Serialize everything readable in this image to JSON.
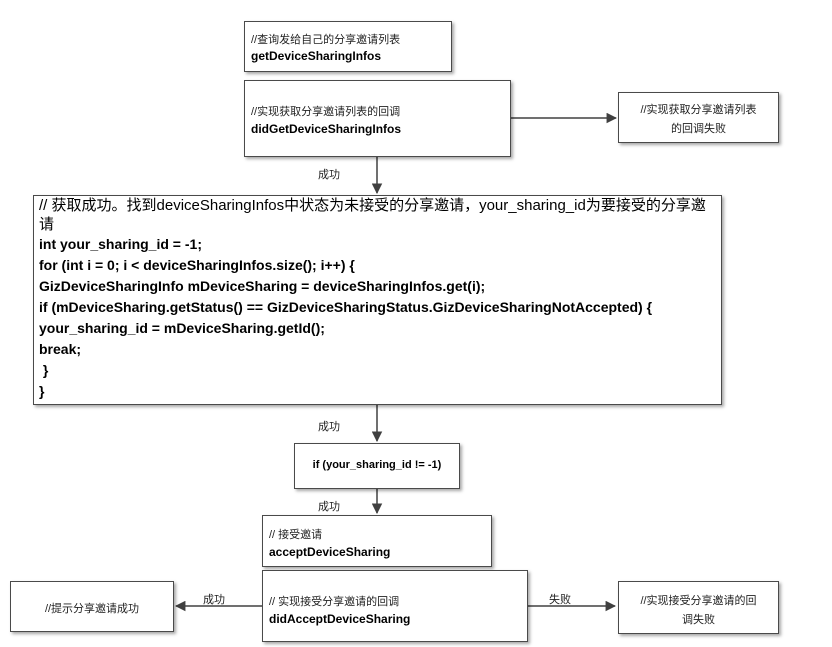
{
  "nodes": {
    "get_infos": {
      "comment": "//查询发给自己的分享邀请列表",
      "function": "getDeviceSharingInfos"
    },
    "did_get_infos": {
      "comment": "//实现获取分享邀请列表的回调",
      "function": "didGetDeviceSharingInfos"
    },
    "get_fail": {
      "line1": "//实现获取分享邀请列表",
      "line2": "的回调失败"
    },
    "code_block": {
      "header": "// 获取成功。找到deviceSharingInfos中状态为未接受的分享邀请，your_sharing_id为要接受的分享邀请",
      "lines": [
        "int your_sharing_id = -1;",
        "for (int i = 0; i < deviceSharingInfos.size(); i++) {",
        "GizDeviceSharingInfo mDeviceSharing = deviceSharingInfos.get(i);",
        "if (mDeviceSharing.getStatus() == GizDeviceSharingStatus.GizDeviceSharingNotAccepted) {",
        "your_sharing_id = mDeviceSharing.getId();",
        "break;",
        " }",
        "}"
      ]
    },
    "if_check": {
      "text": "if (your_sharing_id != -1)"
    },
    "accept": {
      "comment": "// 接受邀请",
      "function": "acceptDeviceSharing"
    },
    "did_accept": {
      "comment": "// 实现接受分享邀请的回调",
      "function": "didAcceptDeviceSharing"
    },
    "accept_success": {
      "text": "//提示分享邀请成功"
    },
    "accept_fail": {
      "line1": "//实现接受分享邀请的回",
      "line2": "调失败"
    }
  },
  "edges": {
    "success_1": "成功",
    "success_2": "成功",
    "success_3": "成功",
    "success_4": "成功",
    "fail": "失败"
  },
  "colors": {
    "stroke": "#404040",
    "border": "#4a4a4a"
  }
}
